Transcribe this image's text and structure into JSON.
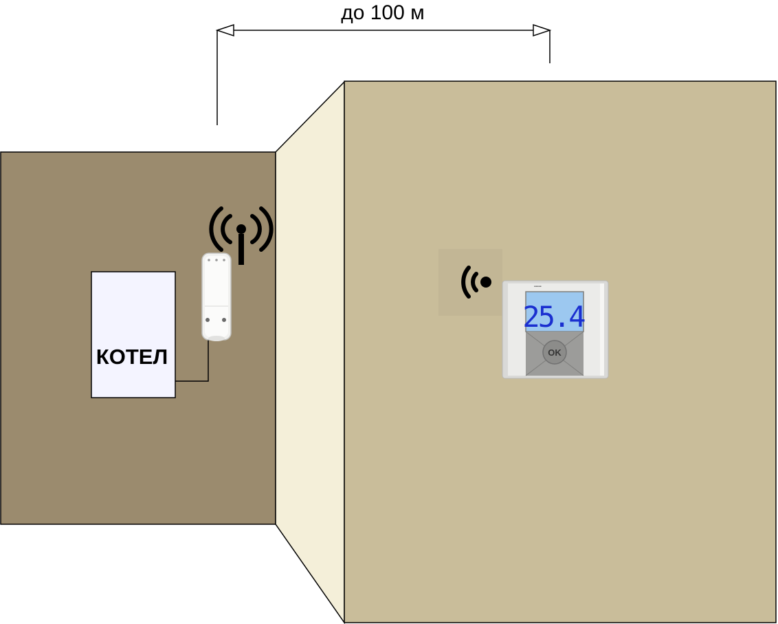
{
  "distance_label": "до 100 м",
  "boiler_label": "КОТЕЛ",
  "thermostat": {
    "display_value": "25.4",
    "ok_label": "OK"
  },
  "colors": {
    "left_wall": "#9b8b6e",
    "right_wall": "#c9bd9a",
    "side_wall": "#f4efd9",
    "boiler_fill": "#f4f4ff",
    "line": "#000000",
    "lcd": "#9cc8f0",
    "lcd_digits": "#1a2fd0"
  }
}
